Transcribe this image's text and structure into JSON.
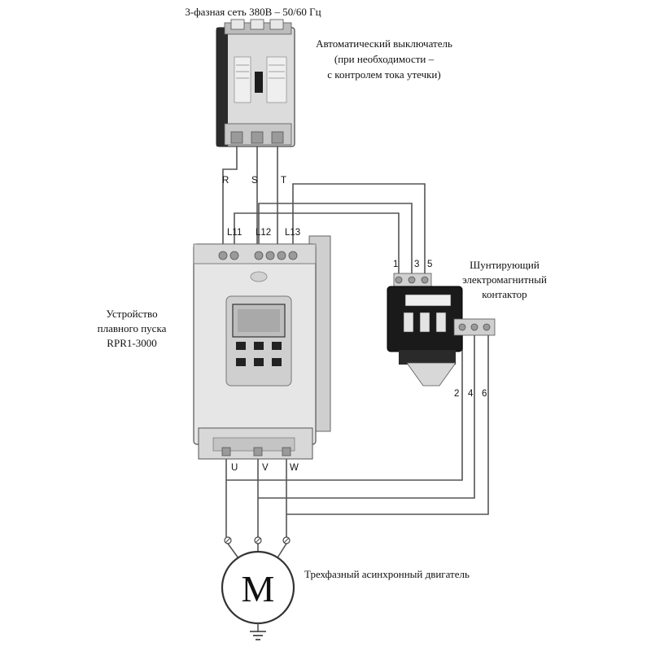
{
  "labels": {
    "mains": "3-фазная сеть 380В – 50/60 Гц",
    "breaker_1": "Автоматический выключатель",
    "breaker_2": "(при необходимости –",
    "breaker_3": "с контролем тока утечки)",
    "starter_1": "Устройство",
    "starter_2": "плавного пуска",
    "starter_3": "RPR1-3000",
    "contactor_1": "Шунтирующий",
    "contactor_2": "электромагнитный",
    "contactor_3": "контактор",
    "motor_label": "Трехфазный асинхронный двигатель"
  },
  "terminals": {
    "r": "R",
    "s": "S",
    "t": "T",
    "l11": "L11",
    "l12": "L12",
    "l13": "L13",
    "u": "U",
    "v": "V",
    "w": "W",
    "c1": "1",
    "c3": "3",
    "c5": "5",
    "c2": "2",
    "c4": "4",
    "c6": "6"
  },
  "motor": {
    "letter": "M"
  },
  "colors": {
    "wire": "#555555",
    "device_body": "#e6e6e6",
    "display": "#bdbdbd",
    "contactor_body": "#1a1a1a"
  },
  "icons": {
    "ground": "ground-icon"
  }
}
